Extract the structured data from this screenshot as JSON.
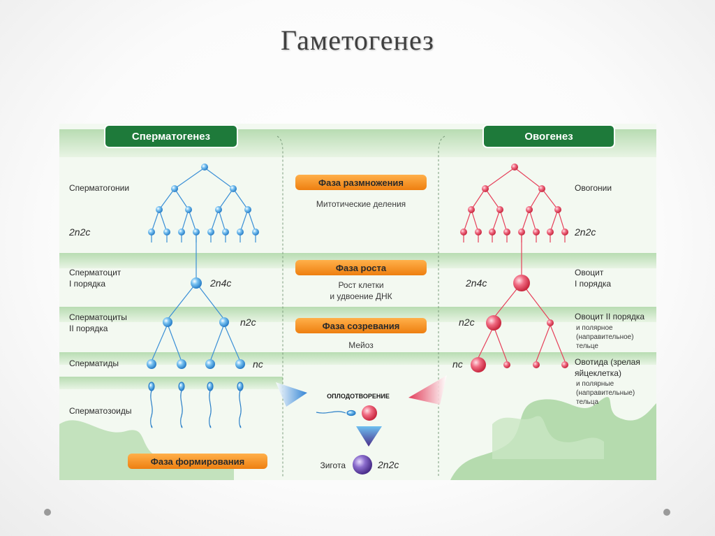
{
  "title": "Гаметогенез",
  "headers": {
    "left": "Сперматогенез",
    "right": "Овогенез"
  },
  "phases": {
    "reproduction": {
      "label": "Фаза размножения",
      "desc": "Митотические деления"
    },
    "growth": {
      "label": "Фаза роста",
      "desc1": "Рост клетки",
      "desc2": "и удвоение ДНК"
    },
    "maturation": {
      "label": "Фаза созревания",
      "desc": "Мейоз"
    },
    "formation": {
      "label": "Фаза формирования"
    }
  },
  "left_labels": {
    "spermatogonia": "Сперматогонии",
    "spermatocyte1_line1": "Сперматоцит",
    "spermatocyte1_line2": "I порядка",
    "spermatocyte2_line1": "Сперматоциты",
    "spermatocyte2_line2": "II порядка",
    "spermatids": "Сперматиды",
    "spermatozoa": "Сперматозоиды"
  },
  "right_labels": {
    "oogonia": "Овогонии",
    "oocyte1_line1": "Овоцит",
    "oocyte1_line2": "I порядка",
    "oocyte2": "Овоцит II порядка",
    "polar1_line1": "и полярное",
    "polar1_line2": "(направительное)",
    "polar1_line3": "тельце",
    "ootid_line1": "Овотида (зрелая",
    "ootid_line2": "яйцеклетка)",
    "polar2_line1": "и полярные",
    "polar2_line2": "(направительные)",
    "polar2_line3": "тельца"
  },
  "formulas": {
    "left_2n2c": "2n2c",
    "left_2n4c": "2n4c",
    "left_n2c": "n2c",
    "left_nc": "nc",
    "right_2n2c": "2n2c",
    "right_2n4c": "2n4c",
    "right_n2c": "n2c",
    "right_nc": "nc",
    "zygote": "2n2c"
  },
  "center": {
    "fertilization": "ОПЛОДОТВОРЕНИЕ",
    "zygote": "Зигота"
  },
  "colors": {
    "band": "#c6e4c0",
    "header_green": "#1e7a3a",
    "phase_orange": "#f28c1e",
    "sperm_blue": "#3a9be0",
    "egg_red": "#e6405a",
    "zygote_purple": "#6a4aa8"
  }
}
